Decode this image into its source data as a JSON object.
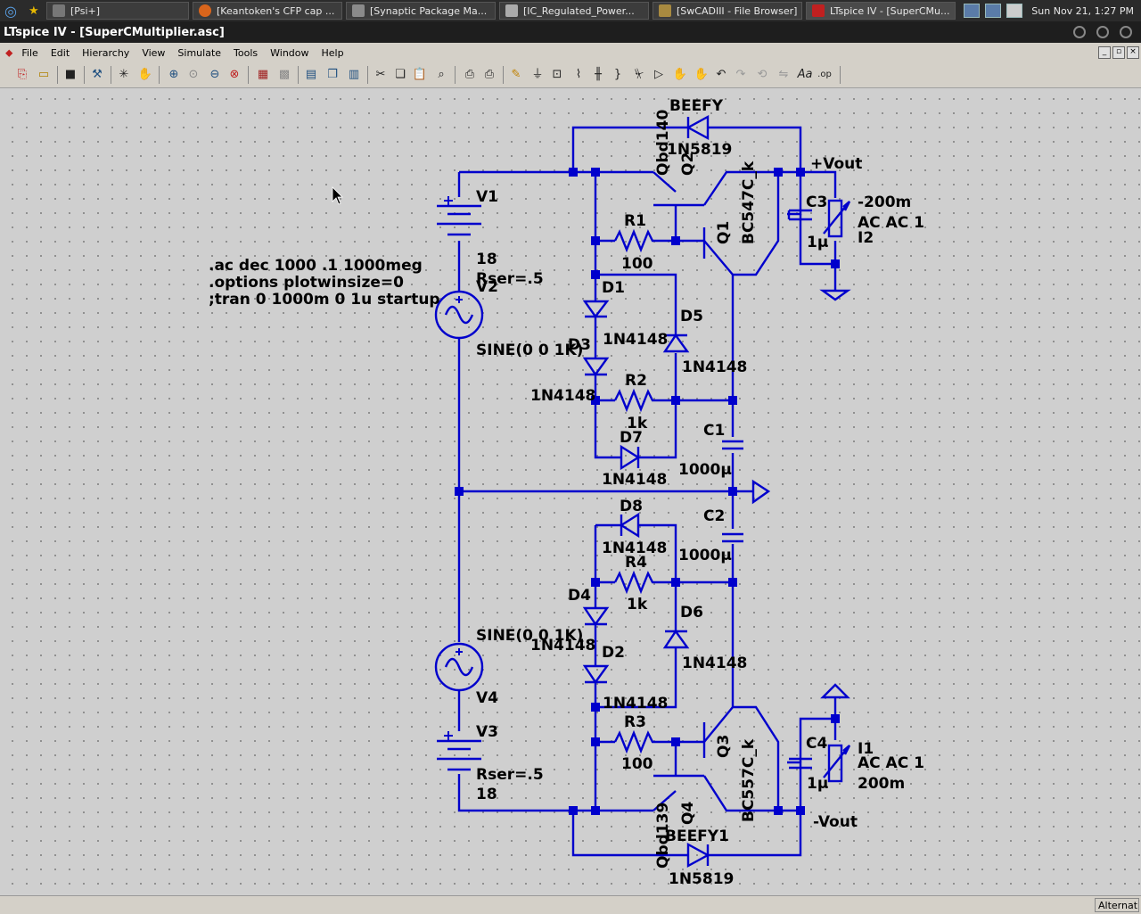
{
  "taskbar": {
    "tasks": [
      "[Psi+]",
      "[Keantoken's CFP cap ...",
      "[Synaptic Package Ma...",
      "[IC_Regulated_Power...",
      "[SwCADIII - File Browser]",
      "LTspice IV - [SuperCMu..."
    ],
    "clock": "Sun Nov 21,  1:27 PM"
  },
  "window": {
    "title": "LTspice IV - [SuperCMultiplier.asc]"
  },
  "menu": [
    "File",
    "Edit",
    "Hierarchy",
    "View",
    "Simulate",
    "Tools",
    "Window",
    "Help"
  ],
  "status": {
    "right": "Alternat"
  },
  "schematic": {
    "directives": [
      ".ac dec 1000 .1 1000meg",
      ".options plotwinsize=0",
      ";tran 0 1000m 0 1u startup"
    ],
    "labels": {
      "beefy": "BEEFY",
      "beefy_val": "1N5819",
      "qbd140": "Qbd140",
      "q2": "Q2",
      "vout_pos": "+Vout",
      "c3": "C3",
      "c3_val": "1μ",
      "i2_val1": "-200m",
      "i2_val2": "AC AC 1",
      "i2": "I2",
      "v1": "V1",
      "v1_val": "18",
      "v1_rser": "Rser=.5",
      "v2": "V2",
      "v2_val": "SINE(0 0 1K)",
      "r1": "R1",
      "r1_val": "100",
      "q1": "Q1",
      "q1_val": "BC547C_k",
      "d1": "D1",
      "d1_val": "1N4148",
      "d5": "D5",
      "d5_val": "1N4148",
      "d3": "D3",
      "d3_val": "1N4148",
      "r2": "R2",
      "r2_val": "1k",
      "d7": "D7",
      "d7_val": "1N4148",
      "c1": "C1",
      "c1_val": "1000μ",
      "d8": "D8",
      "d8_val": "1N4148",
      "c2": "C2",
      "c2_val": "1000μ",
      "r4": "R4",
      "r4_val": "1k",
      "d4": "D4",
      "d4_val": "1N4148",
      "d6": "D6",
      "d6_val": "1N4148",
      "d2": "D2",
      "d2_val": "1N4148",
      "v4": "V4",
      "v4_val": "SINE(0 0 1K)",
      "v3": "V3",
      "v3_rser": "Rser=.5",
      "v3_val": "18",
      "r3": "R3",
      "r3_val": "100",
      "q3": "Q3",
      "q3_val": "BC557C_k",
      "c4": "C4",
      "c4_val": "1μ",
      "i1": "I1",
      "i1_val1": "AC AC 1",
      "i1_val2": "200m",
      "q4": "Q4",
      "qbd139": "Qbd139",
      "beefy1": "BEEFY1",
      "beefy1_val": "1N5819",
      "vout_neg": "-Vout"
    }
  }
}
